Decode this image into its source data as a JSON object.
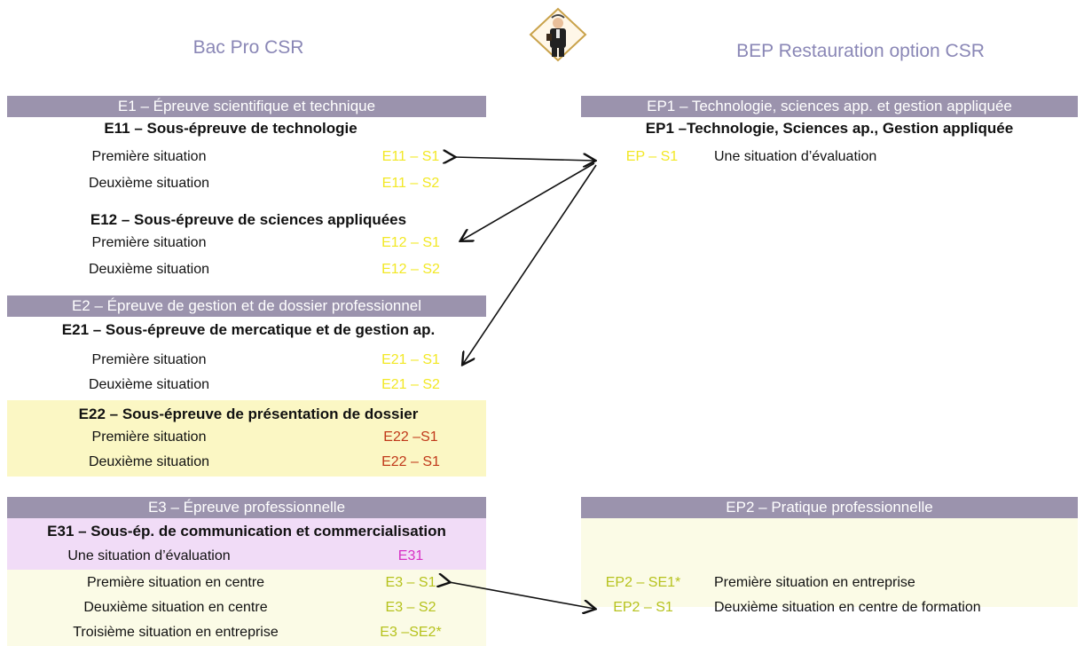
{
  "left_title": "Bac Pro CSR",
  "right_title": "BEP Restauration option CSR",
  "left": {
    "e1": {
      "band": "E1 – Épreuve scientifique et technique",
      "e11": {
        "title": "E11 – Sous-épreuve de technologie",
        "rows": [
          {
            "label": "Première situation",
            "code": "E11 – S1"
          },
          {
            "label": "Deuxième situation",
            "code": "E11 – S2"
          }
        ]
      },
      "e12": {
        "title": "E12 – Sous-épreuve de sciences appliquées",
        "rows": [
          {
            "label": "Première situation",
            "code": "E12 – S1"
          },
          {
            "label": "Deuxième situation",
            "code": "E12 – S2"
          }
        ]
      }
    },
    "e2": {
      "band": "E2 – Épreuve de gestion et de dossier professionnel",
      "e21": {
        "title": "E21 – Sous-épreuve de mercatique et de gestion ap.",
        "rows": [
          {
            "label": "Première situation",
            "code": "E21 – S1"
          },
          {
            "label": "Deuxième situation",
            "code": "E21 – S2"
          }
        ]
      },
      "e22": {
        "title": "E22 – Sous-épreuve de présentation de dossier",
        "rows": [
          {
            "label": "Première situation",
            "code": "E22 –S1"
          },
          {
            "label": "Deuxième situation",
            "code": "E22 – S1"
          }
        ]
      }
    },
    "e3": {
      "band": "E3 – Épreuve professionnelle",
      "e31": {
        "title": "E31 – Sous-ép. de communication et commercialisation",
        "rows": [
          {
            "label": "Une situation d’évaluation",
            "code": "E31"
          }
        ]
      },
      "rows": [
        {
          "label": "Première situation en centre",
          "code": "E3 – S1"
        },
        {
          "label": "Deuxième situation en centre",
          "code": "E3 – S2"
        },
        {
          "label": "Troisième situation en entreprise",
          "code": "E3 –SE2*"
        }
      ]
    }
  },
  "right": {
    "ep1": {
      "band": "EP1 – Technologie, sciences app. et gestion appliquée",
      "title": "EP1 –Technologie, Sciences ap., Gestion appliquée",
      "rows": [
        {
          "code": "EP – S1",
          "label": "Une situation d’évaluation"
        }
      ]
    },
    "ep2": {
      "band": "EP2 – Pratique professionnelle",
      "rows": [
        {
          "code": "EP2 – SE1*",
          "label": "Première situation en entreprise"
        },
        {
          "code": "EP2 – S1",
          "label": "Deuxième situation en centre de formation"
        }
      ]
    }
  },
  "colors": {
    "band": "#9b93ad",
    "title": "#8a87b6",
    "code_yellow": "#f2e825",
    "code_green": "#b6c21d",
    "code_red": "#c0391a",
    "code_magenta": "#d730c4"
  },
  "icons": [
    "businessman-diamond-icon"
  ]
}
